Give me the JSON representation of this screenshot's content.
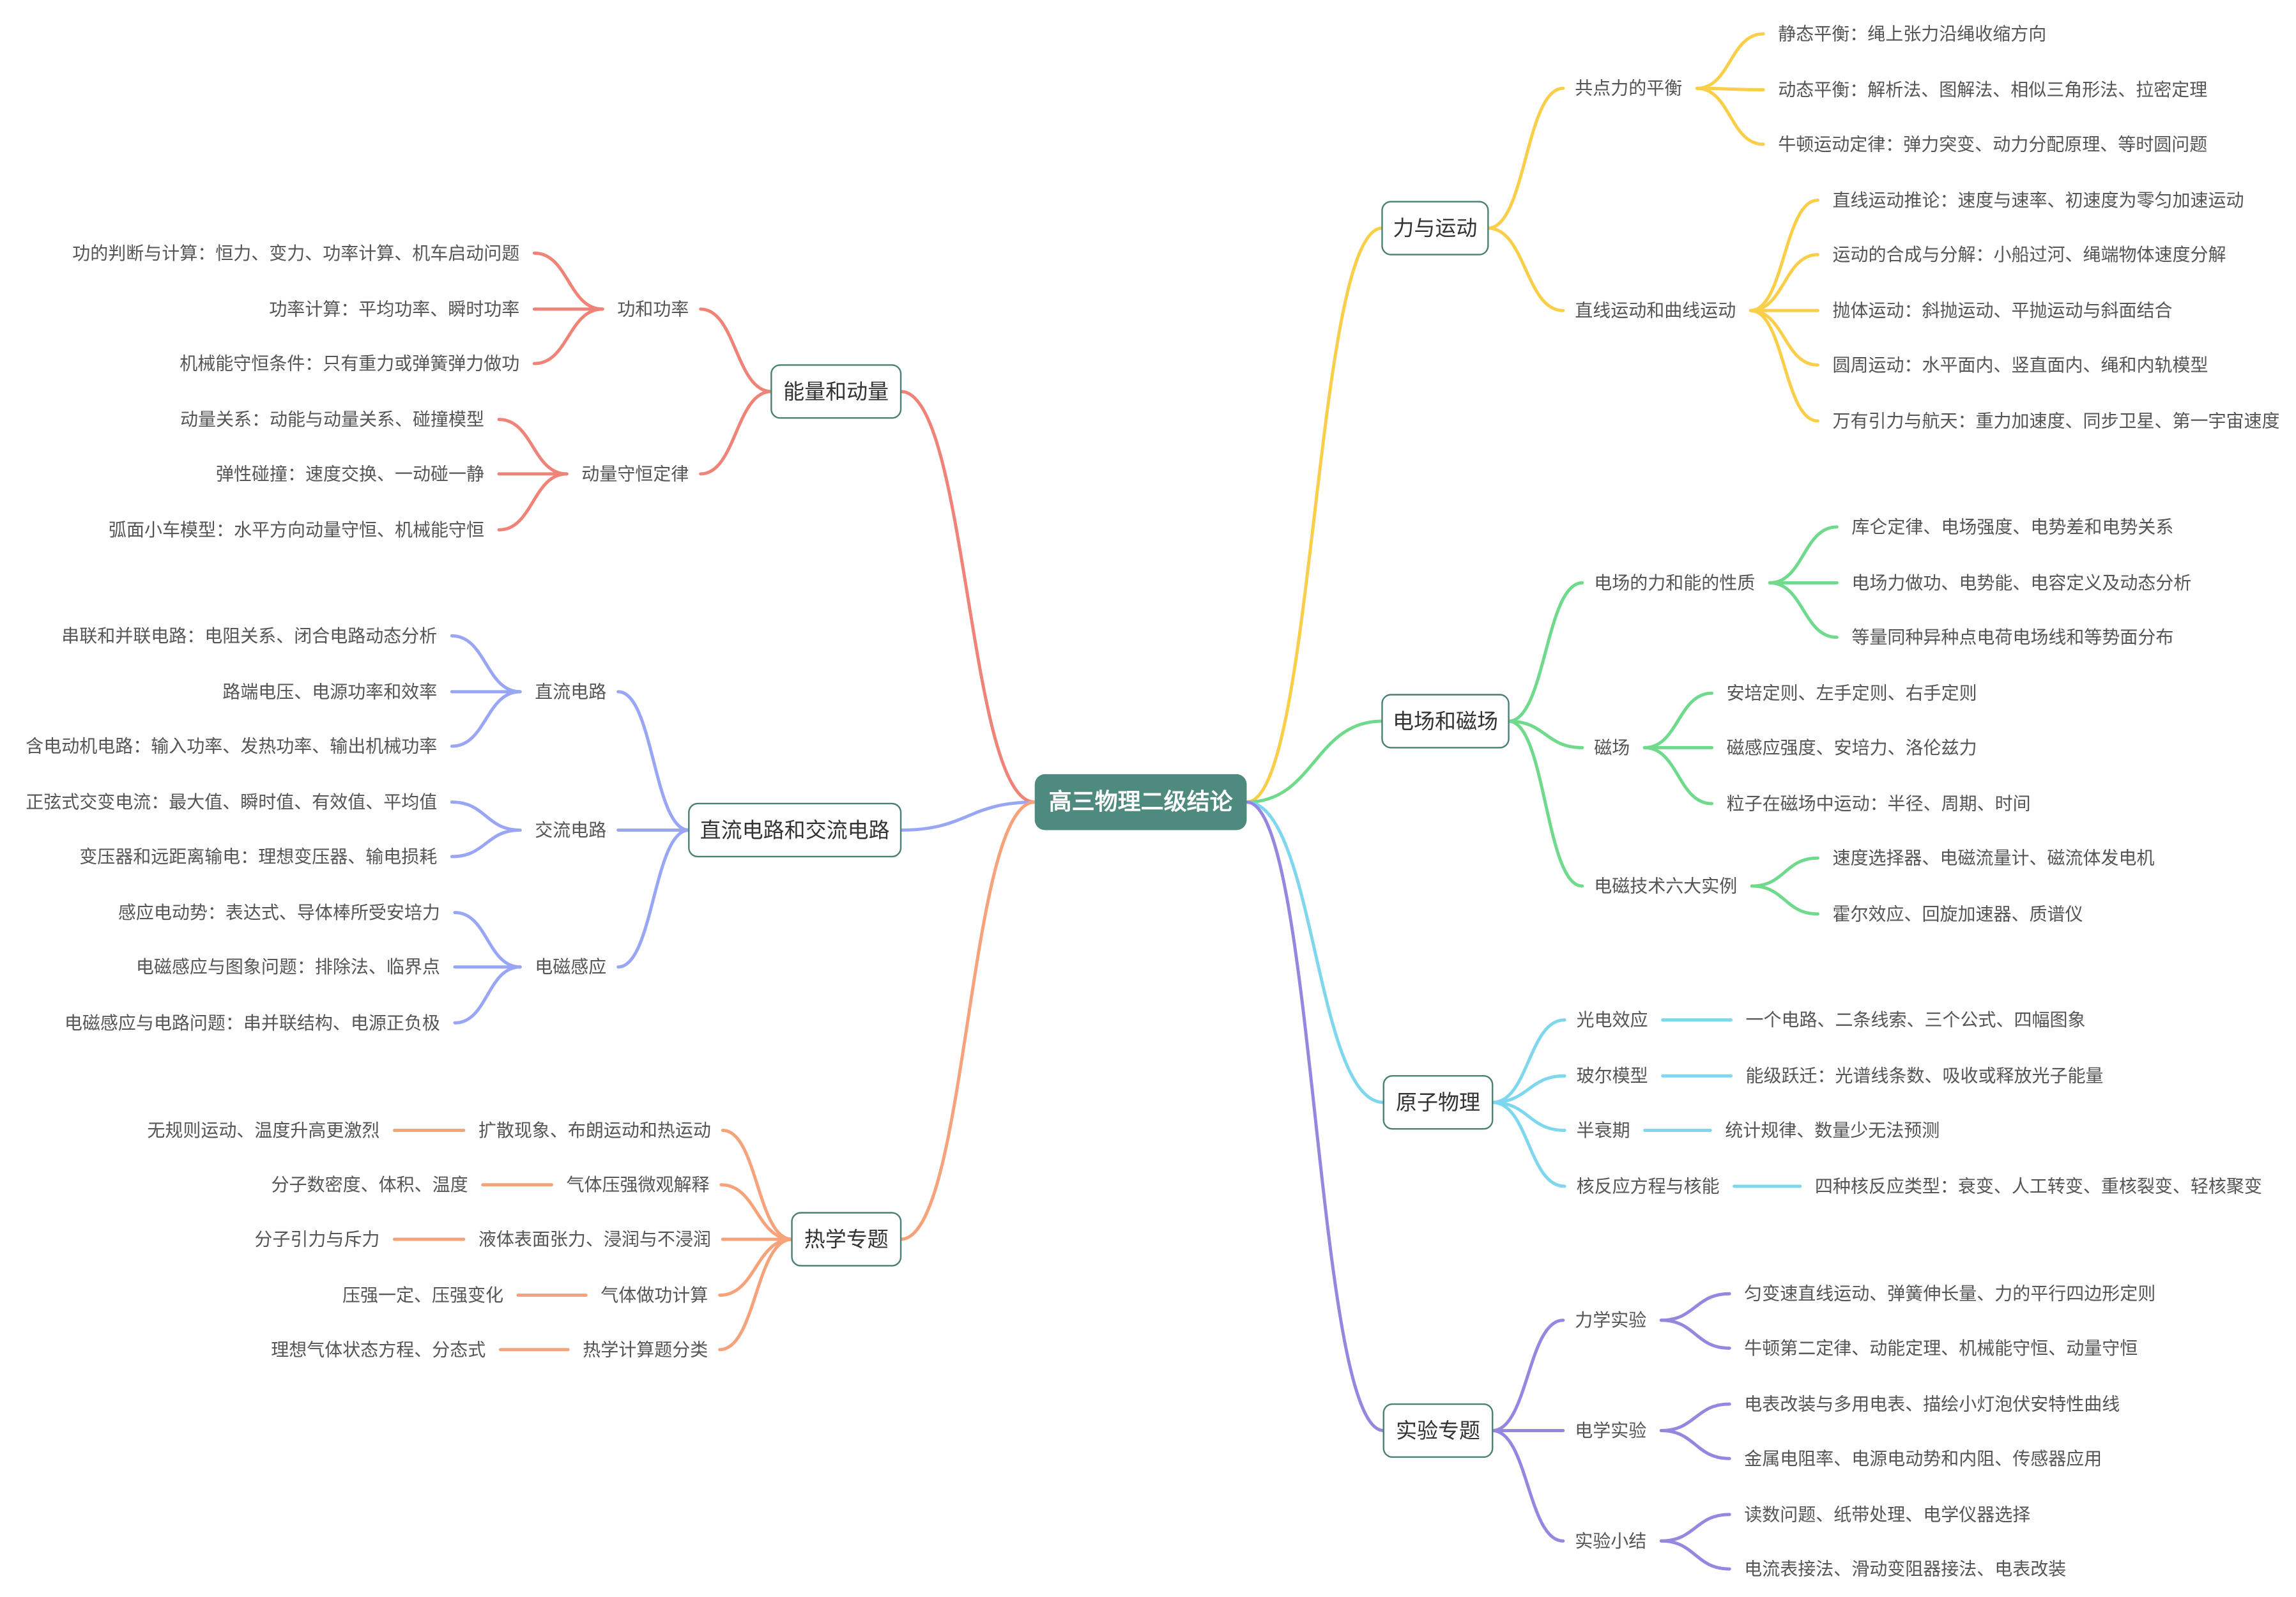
{
  "root": {
    "label": "高三物理二级结论"
  },
  "colors": {
    "force": "#f9cf4a",
    "field": "#6fd98c",
    "atomic": "#7fd7ee",
    "experiment": "#9387e0",
    "energy": "#f08377",
    "circuit": "#98a6f5",
    "thermal": "#f6a27a",
    "root": "#4f8a7e"
  },
  "branches": [
    {
      "id": "force",
      "label": "力与运动",
      "side": "right",
      "children": [
        {
          "label": "共点力的平衡",
          "leaves": [
            "静态平衡：绳上张力沿绳收缩方向",
            "动态平衡：解析法、图解法、相似三角形法、拉密定理",
            "牛顿运动定律：弹力突变、动力分配原理、等时圆问题"
          ]
        },
        {
          "label": "直线运动和曲线运动",
          "leaves": [
            "直线运动推论：速度与速率、初速度为零匀加速运动",
            "运动的合成与分解：小船过河、绳端物体速度分解",
            "抛体运动：斜抛运动、平抛运动与斜面结合",
            "圆周运动：水平面内、竖直面内、绳和内轨模型",
            "万有引力与航天：重力加速度、同步卫星、第一宇宙速度"
          ]
        }
      ]
    },
    {
      "id": "field",
      "label": "电场和磁场",
      "side": "right",
      "children": [
        {
          "label": "电场的力和能的性质",
          "leaves": [
            "库仑定律、电场强度、电势差和电势关系",
            "电场力做功、电势能、电容定义及动态分析",
            "等量同种异种点电荷电场线和等势面分布"
          ]
        },
        {
          "label": "磁场",
          "leaves": [
            "安培定则、左手定则、右手定则",
            "磁感应强度、安培力、洛伦兹力",
            "粒子在磁场中运动：半径、周期、时间"
          ]
        },
        {
          "label": "电磁技术六大实例",
          "leaves": [
            "速度选择器、电磁流量计、磁流体发电机",
            "霍尔效应、回旋加速器、质谱仪"
          ]
        }
      ]
    },
    {
      "id": "atomic",
      "label": "原子物理",
      "side": "right",
      "children": [
        {
          "label": "光电效应",
          "leaves": [
            "一个电路、二条线索、三个公式、四幅图象"
          ]
        },
        {
          "label": "玻尔模型",
          "leaves": [
            "能级跃迁：光谱线条数、吸收或释放光子能量"
          ]
        },
        {
          "label": "半衰期",
          "leaves": [
            "统计规律、数量少无法预测"
          ]
        },
        {
          "label": "核反应方程与核能",
          "leaves": [
            "四种核反应类型：衰变、人工转变、重核裂变、轻核聚变"
          ]
        }
      ]
    },
    {
      "id": "experiment",
      "label": "实验专题",
      "side": "right",
      "children": [
        {
          "label": "力学实验",
          "leaves": [
            "匀变速直线运动、弹簧伸长量、力的平行四边形定则",
            "牛顿第二定律、动能定理、机械能守恒、动量守恒"
          ]
        },
        {
          "label": "电学实验",
          "leaves": [
            "电表改装与多用电表、描绘小灯泡伏安特性曲线",
            "金属电阻率、电源电动势和内阻、传感器应用"
          ]
        },
        {
          "label": "实验小结",
          "leaves": [
            "读数问题、纸带处理、电学仪器选择",
            "电流表接法、滑动变阻器接法、电表改装"
          ]
        }
      ]
    },
    {
      "id": "energy",
      "label": "能量和动量",
      "side": "left",
      "children": [
        {
          "label": "功和功率",
          "leaves": [
            "功的判断与计算：恒力、变力、功率计算、机车启动问题",
            "功率计算：平均功率、瞬时功率",
            "机械能守恒条件：只有重力或弹簧弹力做功"
          ]
        },
        {
          "label": "动量守恒定律",
          "leaves": [
            "动量关系：动能与动量关系、碰撞模型",
            "弹性碰撞：速度交换、一动碰一静",
            "弧面小车模型：水平方向动量守恒、机械能守恒"
          ]
        }
      ]
    },
    {
      "id": "circuit",
      "label": "直流电路和交流电路",
      "side": "left",
      "children": [
        {
          "label": "直流电路",
          "leaves": [
            "串联和并联电路：电阻关系、闭合电路动态分析",
            "路端电压、电源功率和效率",
            "含电动机电路：输入功率、发热功率、输出机械功率"
          ]
        },
        {
          "label": "交流电路",
          "leaves": [
            "正弦式交变电流：最大值、瞬时值、有效值、平均值",
            "变压器和远距离输电：理想变压器、输电损耗"
          ]
        },
        {
          "label": "电磁感应",
          "leaves": [
            "感应电动势：表达式、导体棒所受安培力",
            "电磁感应与图象问题：排除法、临界点",
            "电磁感应与电路问题：串并联结构、电源正负极"
          ]
        }
      ]
    },
    {
      "id": "thermal",
      "label": "热学专题",
      "side": "left",
      "children": [
        {
          "label": "扩散现象、布朗运动和热运动",
          "leaves": [
            "无规则运动、温度升高更激烈"
          ]
        },
        {
          "label": "气体压强微观解释",
          "leaves": [
            "分子数密度、体积、温度"
          ]
        },
        {
          "label": "液体表面张力、浸润与不浸润",
          "leaves": [
            "分子引力与斥力"
          ]
        },
        {
          "label": "气体做功计算",
          "leaves": [
            "压强一定、压强变化"
          ]
        },
        {
          "label": "热学计算题分类",
          "leaves": [
            "理想气体状态方程、分态式"
          ]
        }
      ]
    }
  ]
}
